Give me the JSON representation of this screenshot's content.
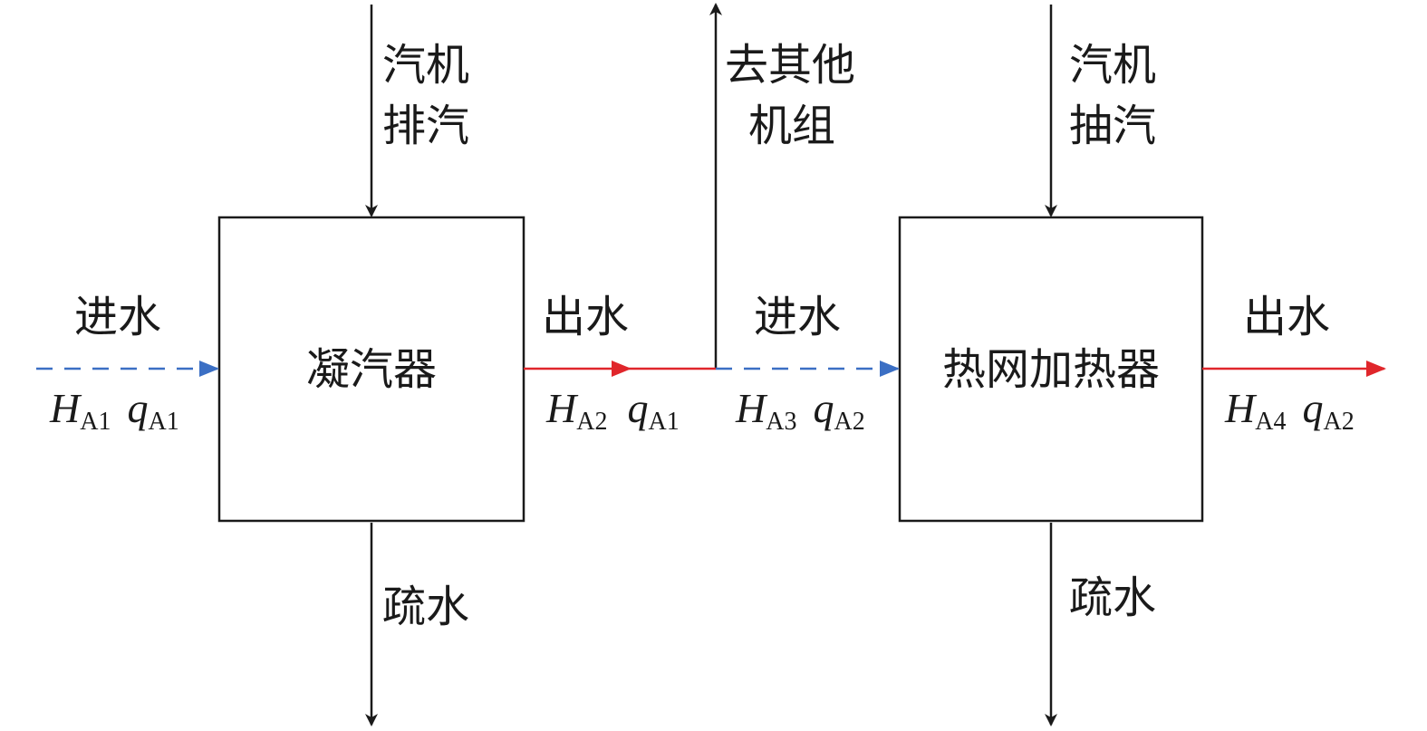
{
  "condenser": {
    "name": "凝汽器",
    "steam_in": [
      "汽机",
      "排汽"
    ],
    "water_in": "进水",
    "water_out": "出水",
    "drain": "疏水",
    "in_symbols": {
      "H": "H",
      "H_sub": "A1",
      "q": "q",
      "q_sub": "A1"
    },
    "out_symbols": {
      "H": "H",
      "H_sub": "A2",
      "q": "q",
      "q_sub": "A1"
    }
  },
  "branch": {
    "label": [
      "去其他",
      "机组"
    ]
  },
  "heater": {
    "name": "热网加热器",
    "steam_in": [
      "汽机",
      "抽汽"
    ],
    "water_in": "进水",
    "water_out": "出水",
    "drain": "疏水",
    "in_symbols": {
      "H": "H",
      "H_sub": "A3",
      "q": "q",
      "q_sub": "A2"
    },
    "out_symbols": {
      "H": "H",
      "H_sub": "A4",
      "q": "q",
      "q_sub": "A2"
    }
  },
  "colors": {
    "cold_water": "#3b6fc4",
    "hot_water": "#e0262b",
    "line": "#1a1a1a"
  }
}
